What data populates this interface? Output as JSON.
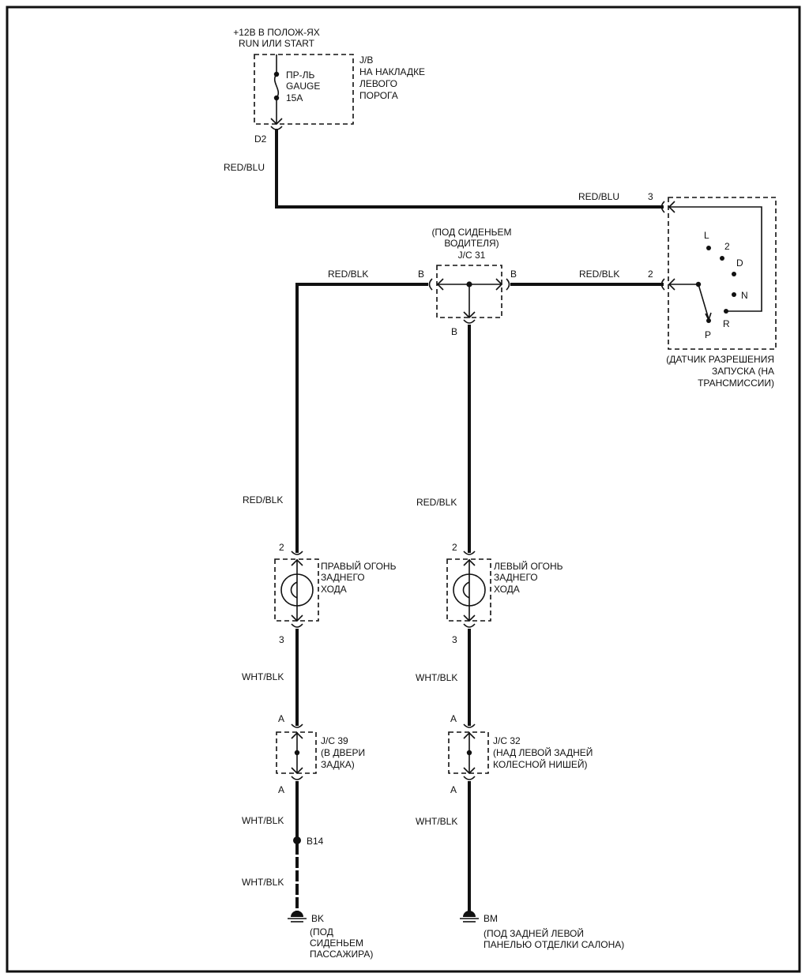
{
  "fuse": {
    "supply_line1": "+12В В ПОЛОЖ-ЯХ",
    "supply_line2": "RUN ИЛИ START",
    "name_line1": "ПР-ЛЬ",
    "name_line2": "GAUGE",
    "name_line3": "15A",
    "jb_line1": "J/B",
    "jb_line2": "НА НАКЛАДКЕ",
    "jb_line3": "ЛЕВОГО",
    "jb_line4": "ПОРОГА",
    "pin": "D2"
  },
  "wires": {
    "red_blu_vertical": "RED/BLU",
    "red_blu_horizontal": "RED/BLU",
    "red_blk_left_top": "RED/BLK",
    "red_blk_right_top": "RED/BLK",
    "red_blk_left_mid": "RED/BLK",
    "red_blk_center_mid": "RED/BLK",
    "wht_blk_left_1": "WHT/BLK",
    "wht_blk_center_1": "WHT/BLK",
    "wht_blk_left_2": "WHT/BLK",
    "wht_blk_center_2": "WHT/BLK",
    "wht_blk_left_3": "WHT/BLK"
  },
  "jc31": {
    "note_line1": "(ПОД СИДЕНЬЕМ",
    "note_line2": "ВОДИТЕЛЯ)",
    "name": "J/C 31",
    "pin_left": "B",
    "pin_right": "B",
    "pin_bottom": "B"
  },
  "sensor": {
    "pin3": "3",
    "pin2": "2",
    "positions": [
      "L",
      "2",
      "D",
      "N",
      "R",
      "P"
    ],
    "name_line1": "(ДАТЧИК РАЗРЕШЕНИЯ",
    "name_line2": "ЗАПУСКА (НА",
    "name_line3": "ТРАНСМИССИИ)"
  },
  "right_lamp": {
    "pin_top": "2",
    "pin_bottom": "3",
    "name_line1": "ПРАВЫЙ ОГОНЬ",
    "name_line2": "ЗАДНЕГО",
    "name_line3": "ХОДА"
  },
  "left_lamp": {
    "pin_top": "2",
    "pin_bottom": "3",
    "name_line1": "ЛЕВЫЙ ОГОНЬ",
    "name_line2": "ЗАДНЕГО",
    "name_line3": "ХОДА"
  },
  "jc39": {
    "pin_top": "A",
    "pin_bottom": "A",
    "name": "J/C 39",
    "note_line1": "(В ДВЕРИ",
    "note_line2": "ЗАДКА)"
  },
  "jc32": {
    "pin_top": "A",
    "pin_bottom": "A",
    "name": "J/C 32",
    "note_line1": "(НАД ЛЕВОЙ ЗАДНЕЙ",
    "note_line2": "КОЛЕСНОЙ НИШЕЙ)"
  },
  "b14": {
    "label": "B14"
  },
  "ground_bk": {
    "name": "BK",
    "note_line1": "(ПОД",
    "note_line2": "СИДЕНЬЕМ",
    "note_line3": "ПАССАЖИРА)"
  },
  "ground_bm": {
    "name": "BM",
    "note_line1": "(ПОД ЗАДНЕЙ ЛЕВОЙ",
    "note_line2": "ПАНЕЛЬЮ ОТДЕЛКИ САЛОНА)"
  }
}
